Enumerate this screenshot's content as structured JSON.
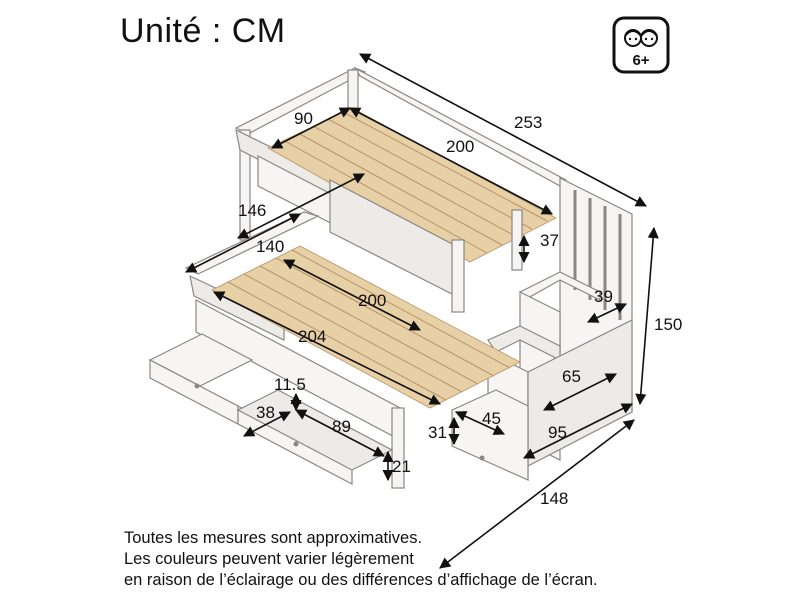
{
  "unit_label": "Unité : CM",
  "age_badge": {
    "text": "6+",
    "icon": "kids-faces-icon"
  },
  "dimensions": {
    "top_width": "90",
    "top_length": "200",
    "overall_length": "253",
    "guard_height": "37",
    "rail_length": "146",
    "bottom_width": "140",
    "bottom_length": "200",
    "bottom_outer_length": "204",
    "overall_height": "150",
    "step_depth": "39",
    "step_height": "65",
    "stair_width": "95",
    "stair_side": "45",
    "base_height": "31",
    "overall_depth": "148",
    "drawer_gap": "11.5",
    "drawer_depth": "38",
    "drawer_length": "89",
    "drawer_height": "21"
  },
  "notes": [
    "Toutes les mesures sont approximatives.",
    "Les couleurs peuvent varier légèrement",
    "en raison de l’éclairage ou des différences d’affichage de l’écran."
  ]
}
